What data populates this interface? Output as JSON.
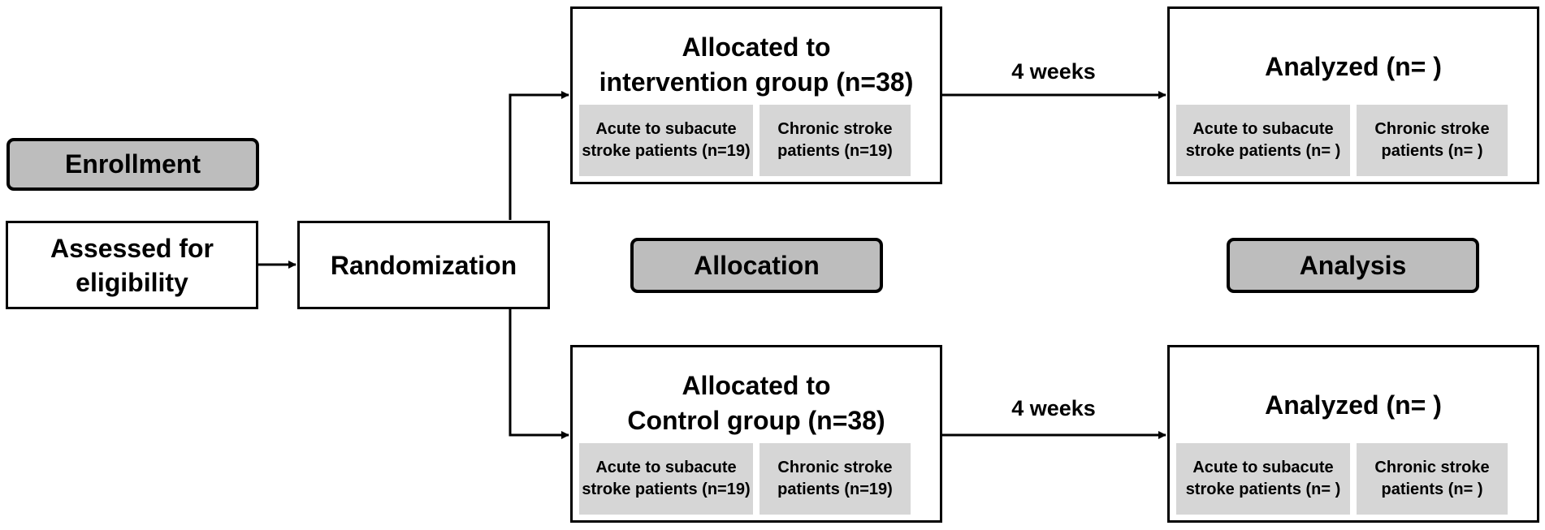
{
  "phases": {
    "enrollment": "Enrollment",
    "allocation": "Allocation",
    "analysis": "Analysis"
  },
  "assessed": "Assessed for\neligibility",
  "randomization": "Randomization",
  "intervention": {
    "title": "Allocated to\nintervention group (n=38)",
    "acute": "Acute to subacute\nstroke patients (n=19)",
    "chronic": "Chronic stroke\npatients (n=19)"
  },
  "control": {
    "title": "Allocated to\nControl group (n=38)",
    "acute": "Acute to subacute\nstroke patients (n=19)",
    "chronic": "Chronic stroke\npatients (n=19)"
  },
  "duration_top": "4 weeks",
  "duration_bottom": "4 weeks",
  "analyzed_top": {
    "title": "Analyzed (n=  )",
    "acute": "Acute to subacute\nstroke patients (n=  )",
    "chronic": "Chronic stroke\npatients (n=  )"
  },
  "analyzed_bottom": {
    "title": "Analyzed (n=  )",
    "acute": "Acute to subacute\nstroke patients (n=  )",
    "chronic": "Chronic stroke\npatients (n=  )"
  }
}
